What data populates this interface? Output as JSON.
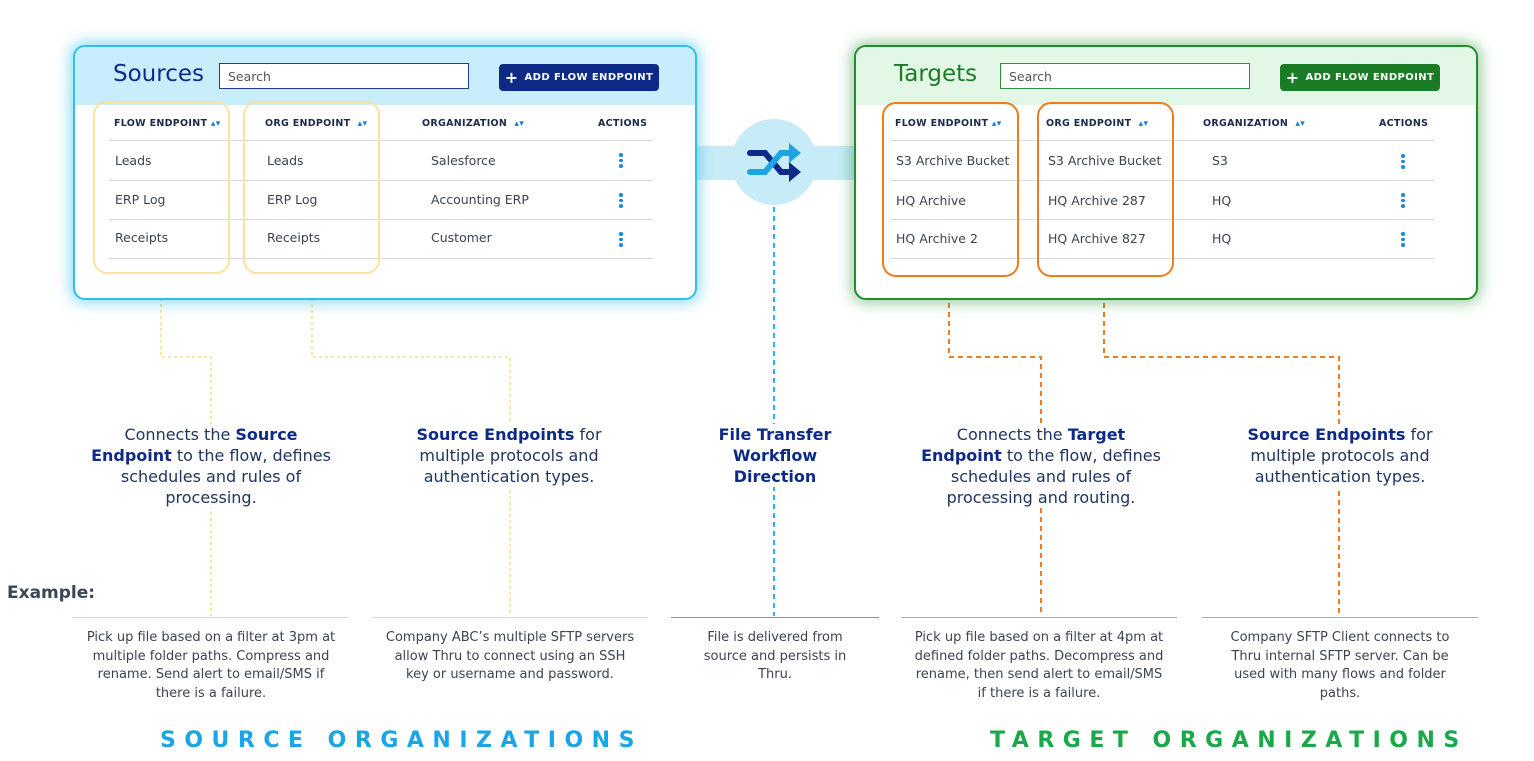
{
  "sources": {
    "title": "Sources",
    "search_placeholder": "Search",
    "add_button": "ADD FLOW ENDPOINT",
    "columns": [
      "FLOW ENDPOINT",
      "ORG ENDPOINT",
      "ORGANIZATION",
      "ACTIONS"
    ],
    "rows": [
      {
        "flow": "Leads",
        "org_endpoint": "Leads",
        "organization": "Salesforce"
      },
      {
        "flow": "ERP Log",
        "org_endpoint": "ERP Log",
        "organization": "Accounting ERP"
      },
      {
        "flow": "Receipts",
        "org_endpoint": "Receipts",
        "organization": "Customer"
      }
    ]
  },
  "targets": {
    "title": "Targets",
    "search_placeholder": "Search",
    "add_button": "ADD FLOW ENDPOINT",
    "columns": [
      "FLOW ENDPOINT",
      "ORG ENDPOINT",
      "ORGANIZATION",
      "ACTIONS"
    ],
    "rows": [
      {
        "flow": "S3 Archive Bucket",
        "org_endpoint": "S3 Archive Bucket",
        "organization": "S3"
      },
      {
        "flow": "HQ Archive",
        "org_endpoint": "HQ Archive 287",
        "organization": "HQ"
      },
      {
        "flow": "HQ Archive 2",
        "org_endpoint": "HQ Archive 827",
        "organization": "HQ"
      }
    ]
  },
  "descriptions": {
    "src_flow": {
      "pre": "Connects the ",
      "bold": "Source Endpoint",
      "post": " to the flow, defines schedules and rules of processing."
    },
    "src_org": {
      "bold": "Source Endpoints",
      "post": " for multiple protocols and authentication types."
    },
    "center": {
      "bold": "File Transfer Workflow Direction"
    },
    "tgt_flow": {
      "pre": "Connects the ",
      "bold": "Target Endpoint",
      "post": " to the flow, defines schedules and rules of processing and routing."
    },
    "tgt_org": {
      "bold": "Source Endpoints",
      "post": " for multiple protocols and authentication types."
    }
  },
  "example_label": "Example:",
  "examples": {
    "src_flow": "Pick up file based on a filter at 3pm at multiple folder paths. Compress and rename. Send alert to email/SMS if there is a failure.",
    "src_org": "Company ABC’s multiple SFTP servers allow Thru to connect using an SSH key or username and password.",
    "center": "File is delivered from source and persists in Thru.",
    "tgt_flow": "Pick up file based on  a filter at 4pm at defined folder paths. Decompress and rename, then send alert to email/SMS if there is a failure.",
    "tgt_org": "Company SFTP Client connects to Thru internal SFTP server. Can be used with many flows and folder paths."
  },
  "source_orgs_label": "SOURCE ORGANIZATIONS",
  "target_orgs_label": "TARGET ORGANIZATIONS",
  "colors": {
    "source_accent": "#2fc0ea",
    "source_navy": "#0d2a86",
    "target_green": "#1b7c25",
    "yellow_highlight": "#f8e39e",
    "orange_highlight": "#ef7d1c",
    "source_orgs_text": "#1aa6e4",
    "target_orgs_text": "#1aa84a"
  },
  "icons": {
    "center": "shuffle-icon",
    "actions": "kebab-menu-icon",
    "add": "plus-icon",
    "sort": "sort-icon"
  }
}
